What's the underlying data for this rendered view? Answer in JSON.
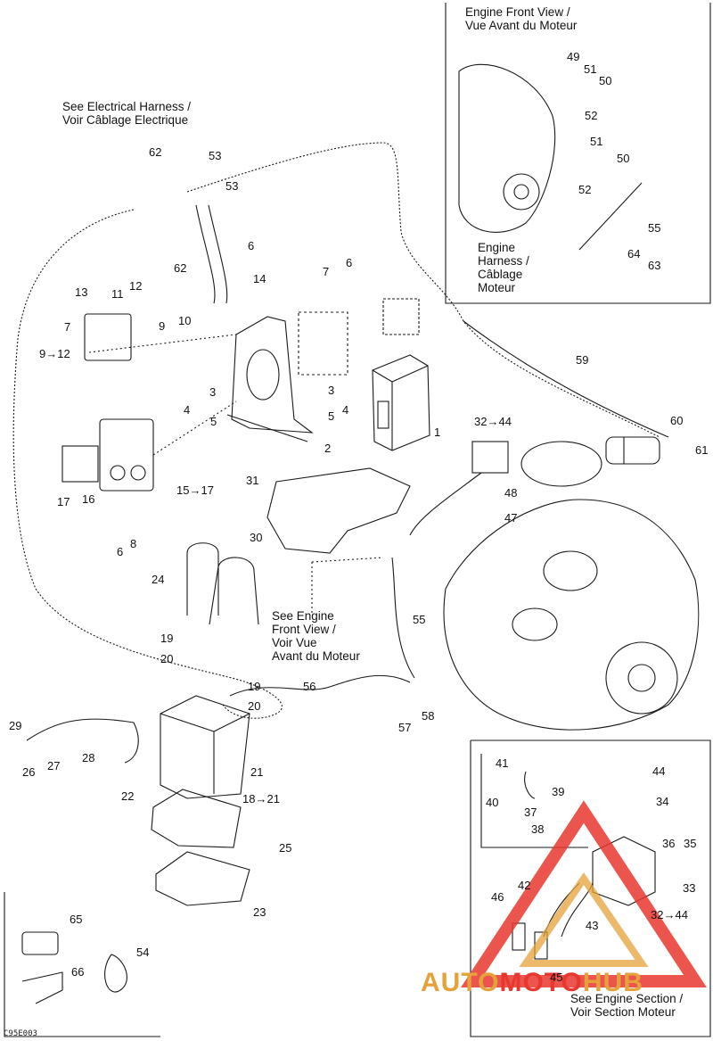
{
  "figure_code": "C95E003",
  "notes": {
    "harness": "See Electrical Harness /\nVoir Câblage Electrique",
    "engine_front_view_title": "Engine Front View /\nVue Avant du Moteur",
    "engine_harness": "Engine\nHarness /\nCâblage\nMoteur",
    "see_engine_front": "See Engine\nFront View /\nVoir Vue\nAvant du Moteur",
    "see_engine_section": "See Engine Section /\nVoir Section Moteur"
  },
  "watermark": {
    "part1": "AUTO",
    "part2": "MOTO",
    "part3": "HUB",
    "color_red": "#e8372e",
    "color_gold": "#e6a23a"
  },
  "callouts": [
    "1",
    "2",
    "3",
    "3",
    "4",
    "4",
    "5",
    "5",
    "6",
    "6",
    "6",
    "7",
    "7",
    "8",
    "9→12",
    "9",
    "10",
    "11",
    "12",
    "13",
    "14",
    "15→17",
    "16",
    "17",
    "18→21",
    "19",
    "19",
    "20",
    "20",
    "21",
    "22",
    "23",
    "24",
    "25",
    "26",
    "27",
    "28",
    "29",
    "30",
    "31",
    "32→44",
    "32→44",
    "33",
    "34",
    "35",
    "36",
    "37",
    "38",
    "39",
    "40",
    "41",
    "42",
    "43",
    "44",
    "45",
    "46",
    "47",
    "48",
    "49",
    "50",
    "50",
    "51",
    "51",
    "52",
    "52",
    "53",
    "53",
    "54",
    "55",
    "55",
    "56",
    "57",
    "58",
    "59",
    "60",
    "61",
    "62",
    "62",
    "63",
    "64",
    "65",
    "66"
  ]
}
